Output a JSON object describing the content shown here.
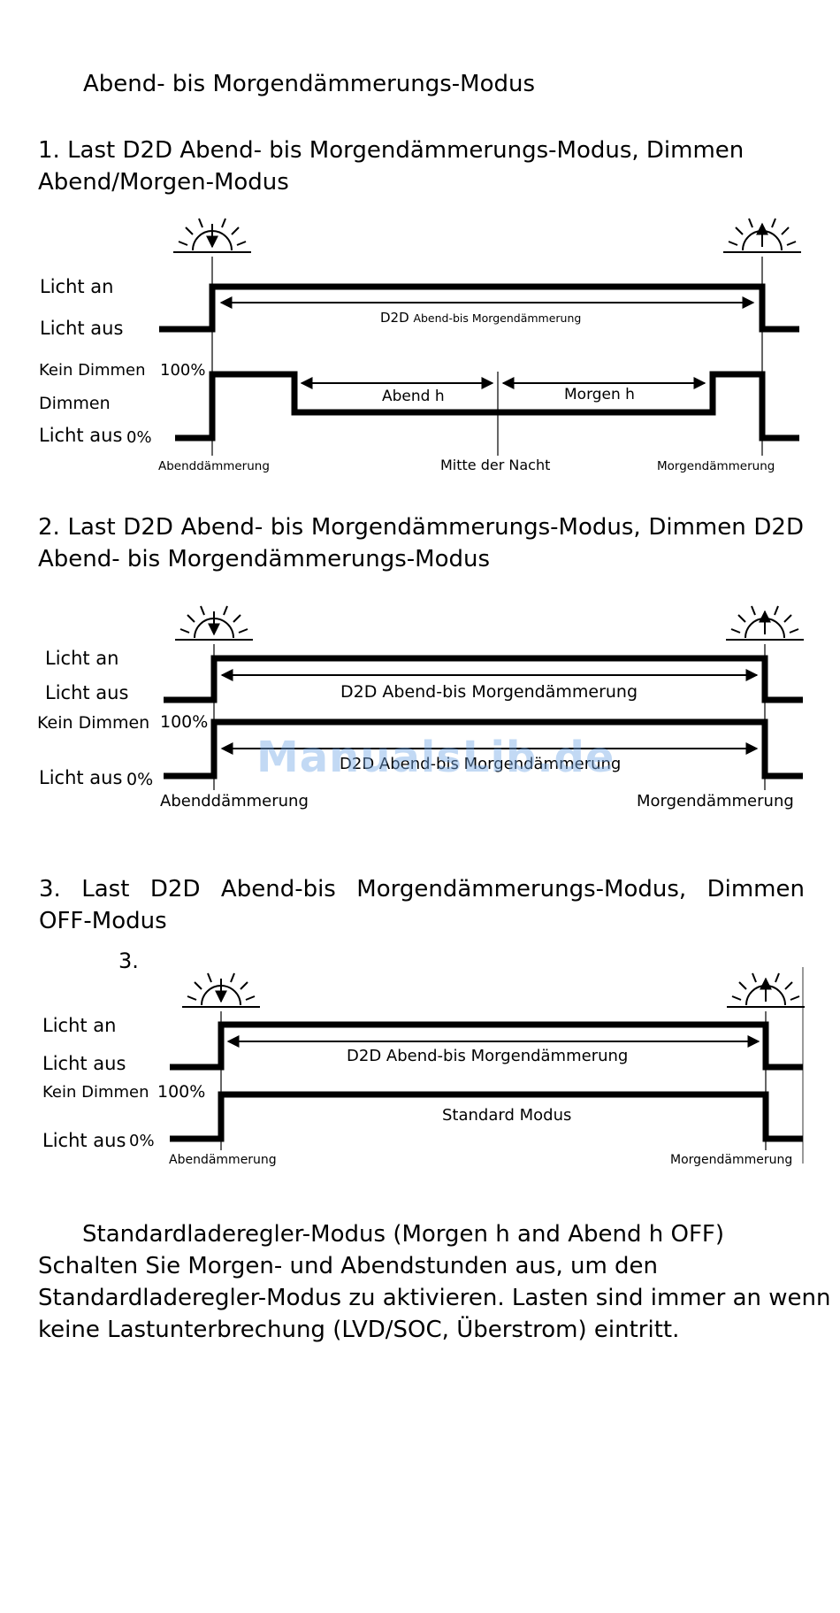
{
  "heading_main": "Abend- bis Morgendämmerungs-Modus",
  "section1": {
    "title_line1": "1. Last D2D Abend- bis Morgendämmerungs-Modus, Dimmen",
    "title_line2": "Abend/Morgen-Modus",
    "label_on": "Licht an",
    "label_off": "Licht aus",
    "label_no_dim": "Kein Dimmen",
    "pct_100": "100%",
    "label_dim": "Dimmen",
    "label_off2": "Licht aus",
    "pct_0": "0%",
    "d2d_prefix": "D2D",
    "d2d_text": "Abend-bis Morgendämmerung",
    "evening_h": "Abend h",
    "morning_h": "Morgen h",
    "dusk": "Abenddämmerung",
    "midnight": "Mitte der Nacht",
    "dawn": "Morgendämmerung"
  },
  "section2": {
    "title_line1": "2. Last D2D Abend- bis Morgendämmerungs-Modus, Dimmen  D2D",
    "title_line2": "Abend- bis Morgendämmerungs-Modus",
    "label_on": "Licht an",
    "label_off": "Licht aus",
    "label_no_dim": "Kein Dimmen",
    "pct_100": "100%",
    "label_off2": "Licht aus",
    "pct_0": "0%",
    "d2d_upper": "D2D  Abend-bis Morgendämmerung",
    "d2d_lower": "D2D Abend-bis Morgendämmerung",
    "dusk": "Abenddämmerung",
    "dawn": "Morgendämmerung"
  },
  "watermark": "ManualsLib.de",
  "section3": {
    "title_line1": "3. Last D2D Abend-bis Morgendämmerungs-Modus, Dimmen",
    "title_line2": "OFF-Modus",
    "number": "3.",
    "label_on": "Licht an",
    "label_off": "Licht aus",
    "label_no_dim": "Kein Dimmen",
    "pct_100": "100%",
    "label_off2": "Licht aus",
    "pct_0": "0%",
    "d2d_upper": "D2D  Abend-bis Morgendämmerung",
    "standard_mode": "Standard Modus",
    "dusk": "Abendämmerung",
    "dawn": "Morgendämmerung"
  },
  "footer": {
    "line1": "Standardladeregler-Modus (Morgen h and Abend h OFF)",
    "line2": "Schalten Sie Morgen- und Abendstunden aus, um den",
    "line3": "Standardladeregler-Modus zu aktivieren. Lasten sind immer an wenn",
    "line4": "keine Lastunterbrechung (LVD/SOC, Überstrom) eintritt."
  }
}
